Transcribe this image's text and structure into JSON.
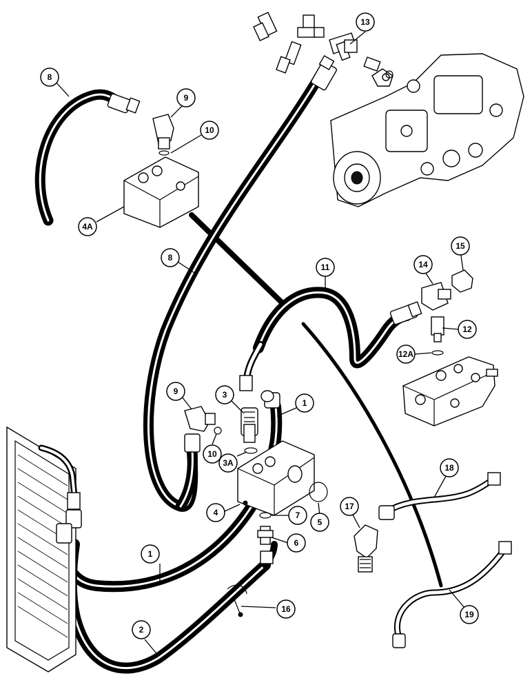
{
  "callouts": [
    {
      "id": "c-13",
      "label": "13"
    },
    {
      "id": "c-8a",
      "label": "8"
    },
    {
      "id": "c-9a",
      "label": "9"
    },
    {
      "id": "c-10a",
      "label": "10"
    },
    {
      "id": "c-4a",
      "label": "4A"
    },
    {
      "id": "c-8b",
      "label": "8"
    },
    {
      "id": "c-11",
      "label": "11"
    },
    {
      "id": "c-14",
      "label": "14"
    },
    {
      "id": "c-15",
      "label": "15"
    },
    {
      "id": "c-12",
      "label": "12"
    },
    {
      "id": "c-12a",
      "label": "12A"
    },
    {
      "id": "c-9b",
      "label": "9"
    },
    {
      "id": "c-3",
      "label": "3"
    },
    {
      "id": "c-1a",
      "label": "1"
    },
    {
      "id": "c-10b",
      "label": "10"
    },
    {
      "id": "c-3a",
      "label": "3A"
    },
    {
      "id": "c-4",
      "label": "4"
    },
    {
      "id": "c-5",
      "label": "5"
    },
    {
      "id": "c-7",
      "label": "7"
    },
    {
      "id": "c-6",
      "label": "6"
    },
    {
      "id": "c-18",
      "label": "18"
    },
    {
      "id": "c-17",
      "label": "17"
    },
    {
      "id": "c-1b",
      "label": "1"
    },
    {
      "id": "c-16",
      "label": "16"
    },
    {
      "id": "c-2",
      "label": "2"
    },
    {
      "id": "c-19",
      "label": "19"
    }
  ]
}
